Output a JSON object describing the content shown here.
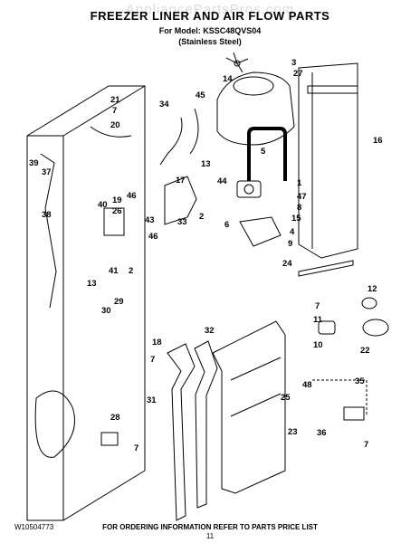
{
  "header": {
    "watermark": "AppliancePartsPros.com",
    "title": "FREEZER LINER AND AIR FLOW PARTS",
    "model_line": "For Model: KSSC48QVS04",
    "finish_line": "(Stainless Steel)"
  },
  "callouts": [
    "3",
    "27",
    "14",
    "45",
    "21",
    "7",
    "20",
    "34",
    "16",
    "5",
    "13",
    "39",
    "37",
    "17",
    "44",
    "1",
    "38",
    "40",
    "19",
    "46",
    "26",
    "47",
    "8",
    "43",
    "33",
    "2",
    "6",
    "15",
    "4",
    "46",
    "9",
    "24",
    "41",
    "2",
    "13",
    "12",
    "7",
    "29",
    "30",
    "11",
    "18",
    "32",
    "10",
    "22",
    "7",
    "35",
    "31",
    "48",
    "25",
    "28",
    "23",
    "36",
    "7",
    "7"
  ],
  "footer": {
    "doc_number": "W10504773",
    "order_note": "FOR ORDERING INFORMATION REFER TO PARTS PRICE LIST",
    "page_number": "11"
  }
}
